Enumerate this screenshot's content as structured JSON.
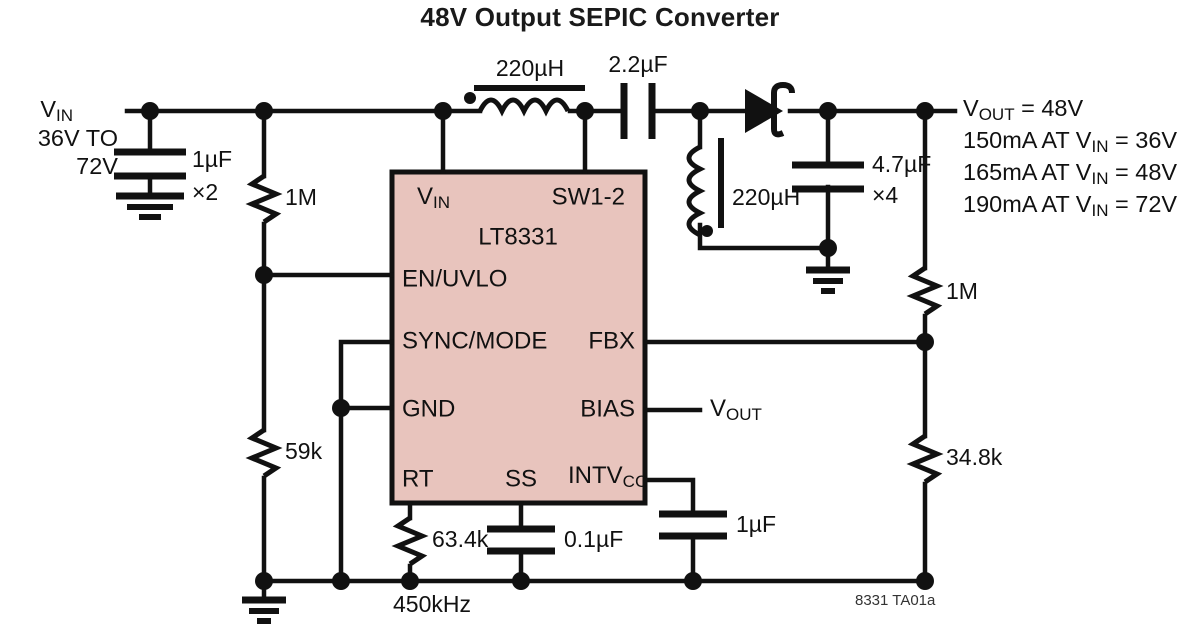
{
  "title": "48V Output SEPIC Converter",
  "chip": {
    "part": "LT8331",
    "fill_color": "#E8C4BD",
    "pins": {
      "vin": "V",
      "vin_sub": "IN",
      "sw": "SW1-2",
      "en_uvlo": "EN/UVLO",
      "sync_mode": "SYNC/MODE",
      "fbx": "FBX",
      "gnd": "GND",
      "bias": "BIAS",
      "rt": "RT",
      "ss": "SS",
      "intvcc": "INTV",
      "intvcc_sub": "CC"
    }
  },
  "input": {
    "vin_label": "V",
    "vin_sub": "IN",
    "range_line1": "36V TO",
    "range_line2": "72V",
    "cap_value": "1µF",
    "cap_qty": "×2"
  },
  "components": {
    "r_uvlo_top": "1M",
    "r_uvlo_bot": "59k",
    "l_primary": "220µH",
    "c_coupling": "2.2µF",
    "l_secondary": "220µH",
    "c_out": "4.7µF",
    "c_out_qty": "×4",
    "r_fb_top": "1M",
    "r_fb_bot": "34.8k",
    "r_rt": "63.4k",
    "c_ss": "0.1µF",
    "c_intvcc": "1µF",
    "freq": "450kHz",
    "bias_net": "V",
    "bias_net_sub": "OUT"
  },
  "output": {
    "line1_a": "V",
    "line1_sub": "OUT",
    "line1_b": " = 48V",
    "line2_a": "150mA AT V",
    "line2_sub": "IN",
    "line2_b": " = 36V",
    "line3_a": "165mA AT V",
    "line3_sub": "IN",
    "line3_b": " = 48V",
    "line4_a": "190mA AT V",
    "line4_sub": "IN",
    "line4_b": " = 72V"
  },
  "credit": "8331 TA01a"
}
